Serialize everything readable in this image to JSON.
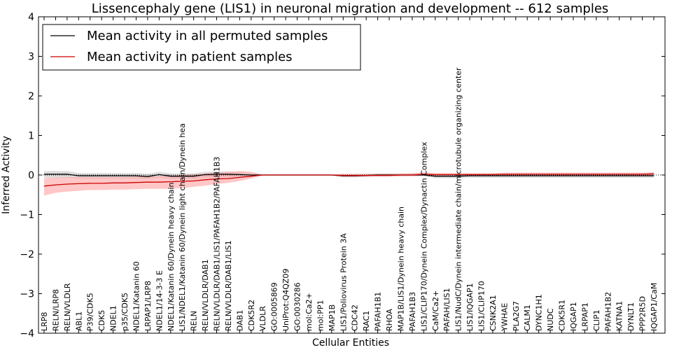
{
  "chart_data": {
    "type": "line",
    "title": "Lissencephaly gene (LIS1) in neuronal migration and development -- 612 samples",
    "xlabel": "Cellular Entities",
    "ylabel": "Inferred Activity",
    "ylim": [
      -4,
      4
    ],
    "yticks": [
      -4,
      -3,
      -2,
      -1,
      0,
      1,
      2,
      3,
      4
    ],
    "ytick_labels": [
      "−4",
      "−3",
      "−2",
      "−1",
      "0",
      "1",
      "2",
      "3",
      "4"
    ],
    "legend_position": "top-left",
    "categories": [
      "LRP8",
      "RELN/LRP8",
      "RELN/VLDLR",
      "ABL1",
      "P39/CDK5",
      "CDK5",
      "NDEL1",
      "p35/CDK5",
      "NDEL1/Katanin 60",
      "LRPAP1/LRP8",
      "NDEL1/14-3-3 E",
      "NDEL1/Katanin 60/Dynein heavy chain",
      "LIS1/NDEL1/Katanin 60/Dynein light chain/Dynein hea",
      "RELN",
      "RELN/VLDLR/DAB1",
      "RELN/VLDLR/DAB1/LIS1/PAFAH1B2/PAFAH1B3",
      "RELN/VLDLR/DAB1/LIS1",
      "DAB1",
      "CDK5R2",
      "VLDLR",
      "GO:0005869",
      "UniProt:Q4QZ09",
      "GO:0030286",
      "mol:Ca2+",
      "mol:PP1",
      "MAP1B",
      "LIS1/Poliovirus Protein 3A",
      "CDC42",
      "RAC1",
      "PAFAH1B1",
      "RHOA",
      "MAP1B/LIS1/Dynein heavy chain",
      "PAFAH1B3",
      "LIS1/CLIP170/Dynein Complex/Dynactin Complex",
      "CaM/Ca2+",
      "PAFAH/LIS1",
      "LIS1/NudC/Dynein intermediate chain/microtubule organizing center",
      "LIS1/IQGAP1",
      "LIS1/CLIP170",
      "CSNK2A1",
      "YWHAE",
      "PLA2G7",
      "CALM1",
      "DYNC1H1",
      "NUDC",
      "CDK5R1",
      "IQGAP1",
      "LRPAP1",
      "CLIP1",
      "PAFAH1B2",
      "KATNA1",
      "DYNLT1",
      "PPP2R5D",
      "IQGAP1/CaM"
    ],
    "series": [
      {
        "name": "Mean activity in all permuted samples",
        "color": "#000000",
        "band_color": "#bbbbbb",
        "values": [
          0.02,
          0.02,
          0.02,
          -0.02,
          -0.02,
          -0.02,
          -0.02,
          -0.02,
          -0.02,
          -0.04,
          0.01,
          -0.03,
          -0.03,
          -0.03,
          0.01,
          0.02,
          0.02,
          0.01,
          0.0,
          0.0,
          0.0,
          0.0,
          0.0,
          0.0,
          0.0,
          0.0,
          -0.02,
          -0.02,
          -0.01,
          0.0,
          0.0,
          0.0,
          0.0,
          0.0,
          -0.03,
          -0.03,
          -0.03,
          -0.02,
          -0.02,
          -0.02,
          -0.02,
          -0.02,
          -0.02,
          -0.02,
          -0.02,
          -0.02,
          -0.02,
          -0.02,
          -0.02,
          -0.02,
          -0.02,
          -0.02,
          -0.02,
          -0.02
        ],
        "lower": [
          -0.07,
          -0.07,
          -0.07,
          -0.09,
          -0.09,
          -0.09,
          -0.09,
          -0.09,
          -0.09,
          -0.1,
          -0.07,
          -0.1,
          -0.1,
          -0.1,
          -0.07,
          -0.06,
          -0.06,
          -0.05,
          -0.03,
          -0.01,
          -0.01,
          -0.01,
          -0.01,
          -0.01,
          -0.01,
          -0.01,
          -0.06,
          -0.06,
          -0.05,
          -0.03,
          -0.03,
          -0.03,
          -0.03,
          -0.03,
          -0.08,
          -0.08,
          -0.08,
          -0.07,
          -0.07,
          -0.07,
          -0.07,
          -0.07,
          -0.07,
          -0.07,
          -0.07,
          -0.07,
          -0.07,
          -0.07,
          -0.07,
          -0.07,
          -0.07,
          -0.07,
          -0.07,
          -0.07
        ],
        "upper": [
          0.1,
          0.1,
          0.1,
          0.05,
          0.05,
          0.05,
          0.05,
          0.05,
          0.05,
          0.03,
          0.08,
          0.04,
          0.04,
          0.04,
          0.08,
          0.09,
          0.09,
          0.07,
          0.04,
          0.01,
          0.01,
          0.01,
          0.01,
          0.01,
          0.01,
          0.01,
          0.02,
          0.02,
          0.03,
          0.04,
          0.04,
          0.04,
          0.04,
          0.04,
          0.02,
          0.02,
          0.02,
          0.03,
          0.03,
          0.03,
          0.03,
          0.03,
          0.03,
          0.03,
          0.03,
          0.03,
          0.03,
          0.03,
          0.03,
          0.03,
          0.03,
          0.03,
          0.03,
          0.03
        ]
      },
      {
        "name": "Mean activity in patient samples",
        "color": "#cc0000",
        "band_color": "#ff9999",
        "values": [
          -0.28,
          -0.25,
          -0.23,
          -0.22,
          -0.21,
          -0.21,
          -0.2,
          -0.2,
          -0.19,
          -0.18,
          -0.18,
          -0.17,
          -0.16,
          -0.15,
          -0.12,
          -0.1,
          -0.09,
          -0.06,
          -0.03,
          0.0,
          0.0,
          0.0,
          0.0,
          0.0,
          0.0,
          0.0,
          -0.01,
          -0.01,
          -0.01,
          -0.01,
          -0.01,
          0.0,
          0.0,
          0.02,
          0.01,
          0.01,
          0.01,
          0.01,
          0.01,
          0.01,
          0.02,
          0.02,
          0.02,
          0.02,
          0.02,
          0.02,
          0.02,
          0.02,
          0.02,
          0.02,
          0.02,
          0.02,
          0.02,
          0.03
        ],
        "lower": [
          -0.52,
          -0.45,
          -0.42,
          -0.4,
          -0.38,
          -0.38,
          -0.37,
          -0.37,
          -0.36,
          -0.35,
          -0.35,
          -0.35,
          -0.33,
          -0.3,
          -0.27,
          -0.23,
          -0.2,
          -0.15,
          -0.09,
          -0.01,
          -0.01,
          -0.01,
          -0.01,
          -0.01,
          -0.01,
          -0.01,
          -0.05,
          -0.05,
          -0.04,
          -0.04,
          -0.04,
          -0.03,
          -0.03,
          -0.02,
          -0.03,
          -0.03,
          -0.03,
          -0.03,
          -0.03,
          -0.03,
          -0.02,
          -0.02,
          -0.02,
          -0.02,
          -0.02,
          -0.02,
          -0.02,
          -0.02,
          -0.02,
          -0.02,
          -0.02,
          -0.02,
          -0.02,
          -0.02
        ],
        "upper": [
          -0.08,
          -0.06,
          -0.05,
          -0.05,
          -0.05,
          -0.05,
          -0.05,
          -0.05,
          -0.04,
          -0.03,
          -0.03,
          -0.01,
          0.0,
          0.02,
          0.04,
          0.06,
          0.08,
          0.1,
          0.08,
          0.01,
          0.01,
          0.01,
          0.01,
          0.01,
          0.01,
          0.01,
          0.03,
          0.03,
          0.03,
          0.03,
          0.03,
          0.04,
          0.05,
          0.07,
          0.05,
          0.05,
          0.05,
          0.05,
          0.05,
          0.05,
          0.06,
          0.06,
          0.06,
          0.06,
          0.06,
          0.06,
          0.06,
          0.06,
          0.06,
          0.06,
          0.06,
          0.06,
          0.06,
          0.07
        ]
      }
    ]
  }
}
